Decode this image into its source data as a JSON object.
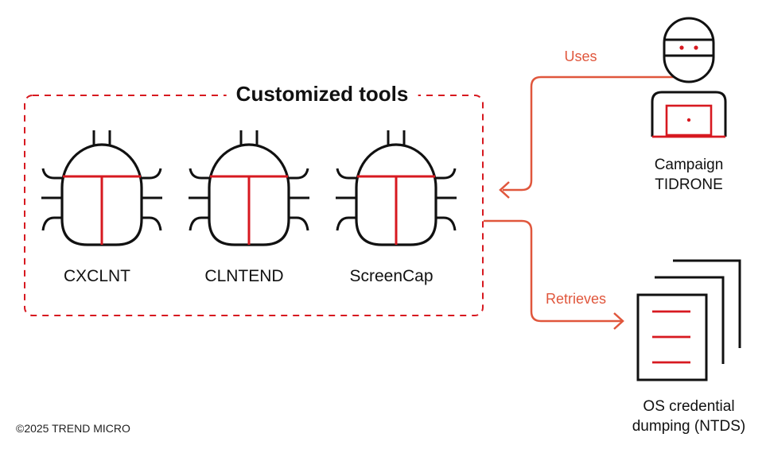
{
  "group": {
    "title": "Customized tools"
  },
  "tools": [
    {
      "label": "CXCLNT"
    },
    {
      "label": "CLNTEND"
    },
    {
      "label": "ScreenCap"
    }
  ],
  "actor": {
    "line1": "Campaign",
    "line2": "TIDRONE"
  },
  "target": {
    "line1": "OS credential",
    "line2": "dumping (NTDS)"
  },
  "arrows": {
    "uses": "Uses",
    "retrieves": "Retrieves"
  },
  "footer": {
    "copyright": "©2025 TREND MICRO"
  },
  "colors": {
    "accent": "#d71920",
    "arrow": "#e0563c",
    "ink": "#111111",
    "background": "#ffffff"
  },
  "icons": {
    "tool": "bug-icon",
    "actor": "hacker-with-laptop-icon",
    "target": "stacked-documents-icon"
  }
}
